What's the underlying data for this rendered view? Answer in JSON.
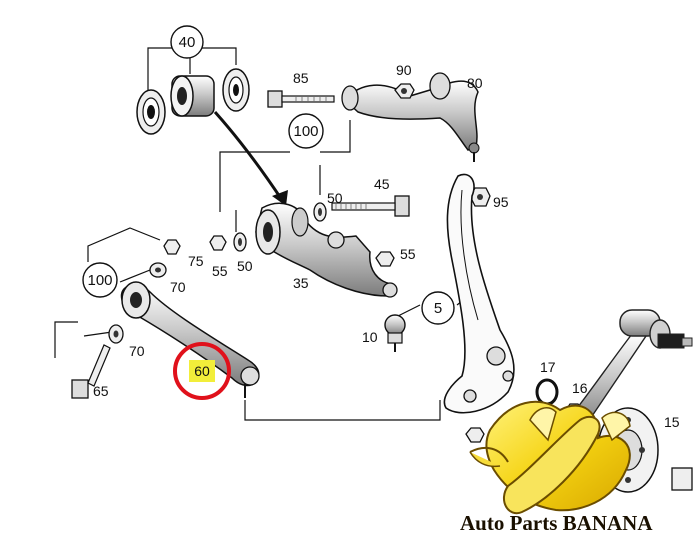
{
  "diagram": {
    "part_numbers": {
      "p5": "5",
      "p10": "10",
      "p15": "15",
      "p16": "16",
      "p17": "17",
      "p35": "35",
      "p40": "40",
      "p45": "45",
      "p50a": "50",
      "p50b": "50",
      "p55a": "55",
      "p55b": "55",
      "p60": "60",
      "p65": "65",
      "p70a": "70",
      "p70b": "70",
      "p75": "75",
      "p80": "80",
      "p85": "85",
      "p90": "90",
      "p95": "95",
      "p100a": "100",
      "p100b": "100"
    },
    "highlight": {
      "part": "60",
      "highlight_color": "#f2ee3a",
      "circle_color": "#e0111b"
    }
  },
  "watermark": {
    "brand_text": "Auto Parts BANANA",
    "icon": "banana-icon",
    "banana_color": "#f5d312"
  }
}
